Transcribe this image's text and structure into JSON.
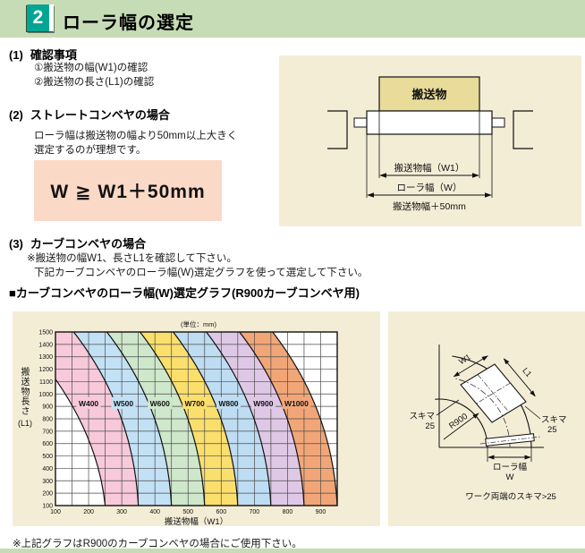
{
  "colors": {
    "header_green": "#c6dcb6",
    "badge_teal": "#00a693",
    "panel_cream": "#f4edd6",
    "formula_pink": "#fad9c6",
    "work_yellow": "#e9dc9b",
    "grid": "#4a4a4a",
    "label_navy": "#1c2450"
  },
  "header": {
    "number": "2",
    "title": "ローラ幅の選定"
  },
  "section1": {
    "num": "(1)",
    "heading": "確認事項",
    "items": [
      "①搬送物の幅(W1)の確認",
      "②搬送物の長さ(L1)の確認"
    ]
  },
  "section2": {
    "num": "(2)",
    "heading": "ストレートコンベヤの場合",
    "body": [
      "ローラ幅は搬送物の幅より50mm以上大きく",
      "選定するのが理想です。"
    ],
    "formula": "W ≧ W1＋50mm"
  },
  "straight_diagram": {
    "work": "搬送物",
    "dim_w1": "搬送物幅（W1）",
    "dim_w": "ローラ幅（W）",
    "dim_plus50": "搬送物幅＋50mm"
  },
  "section3": {
    "num": "(3)",
    "heading": "カーブコンベヤの場合",
    "notes": [
      "※搬送物の幅W1、長さL1を確認して下さい。",
      "下記カーブコンベヤのローラ幅(W)選定グラフを使って選定して下さい。"
    ]
  },
  "graph_heading": "■カーブコンベヤのローラ幅(W)選定グラフ(R900カーブコンベヤ用)",
  "chart_data": {
    "type": "area",
    "title": "カーブコンベヤのローラ幅(W)選定グラフ(R900カーブコンベヤ用)",
    "unit_note": "(単位：mm)",
    "xlabel": "搬送物幅（W1）",
    "ylabel": "搬送物長さ(L1)",
    "ylabel_vertical": "搬送物長さ",
    "ylabel_sub": "(L1)",
    "xlim": [
      100,
      950
    ],
    "ylim": [
      100,
      1500
    ],
    "x_ticks": [
      100,
      200,
      300,
      400,
      500,
      600,
      700,
      800,
      900
    ],
    "y_ticks": [
      1500,
      1400,
      1300,
      1200,
      1100,
      1000,
      900,
      800,
      700,
      600,
      500,
      400,
      300,
      200,
      100
    ],
    "x_grid_step": 50,
    "y_grid_step": 100,
    "grid": true,
    "legend_position": "labels inside bands",
    "bands": [
      {
        "label": "W400",
        "color": "#f7c9da",
        "label_x": 200,
        "x_at_bottom": [
          250,
          350
        ],
        "x_at_top": [
          100,
          155
        ]
      },
      {
        "label": "W500",
        "color": "#c3e1f5",
        "label_x": 305,
        "x_at_bottom": [
          350,
          450
        ],
        "x_at_top": [
          155,
          255
        ]
      },
      {
        "label": "W600",
        "color": "#cfe7cb",
        "label_x": 415,
        "x_at_bottom": [
          450,
          550
        ],
        "x_at_top": [
          255,
          355
        ]
      },
      {
        "label": "W700",
        "color": "#fbdf6d",
        "label_x": 520,
        "x_at_bottom": [
          550,
          650
        ],
        "x_at_top": [
          355,
          455
        ]
      },
      {
        "label": "W800",
        "color": "#bedcf2",
        "label_x": 622,
        "x_at_bottom": [
          650,
          750
        ],
        "x_at_top": [
          455,
          555
        ]
      },
      {
        "label": "W900",
        "color": "#dfc8e6",
        "label_x": 727,
        "x_at_bottom": [
          750,
          850
        ],
        "x_at_top": [
          555,
          655
        ]
      },
      {
        "label": "W1000",
        "color": "#f2a678",
        "label_x": 827,
        "x_at_bottom": [
          850,
          950
        ],
        "x_at_top": [
          655,
          755
        ]
      }
    ],
    "curves": [
      {
        "top": [
          100,
          1120
        ],
        "ctrl": [
          230,
          620
        ],
        "bottom": [
          250,
          100
        ]
      },
      {
        "top": [
          155,
          1500
        ],
        "ctrl": [
          335,
          880
        ],
        "bottom": [
          350,
          100
        ]
      },
      {
        "top": [
          255,
          1500
        ],
        "ctrl": [
          435,
          880
        ],
        "bottom": [
          450,
          100
        ]
      },
      {
        "top": [
          355,
          1500
        ],
        "ctrl": [
          535,
          880
        ],
        "bottom": [
          550,
          100
        ]
      },
      {
        "top": [
          455,
          1500
        ],
        "ctrl": [
          635,
          880
        ],
        "bottom": [
          650,
          100
        ]
      },
      {
        "top": [
          555,
          1500
        ],
        "ctrl": [
          735,
          880
        ],
        "bottom": [
          750,
          100
        ]
      },
      {
        "top": [
          655,
          1500
        ],
        "ctrl": [
          835,
          880
        ],
        "bottom": [
          850,
          100
        ]
      },
      {
        "top": [
          755,
          1500
        ],
        "ctrl": [
          935,
          880
        ],
        "bottom": [
          950,
          100
        ]
      }
    ]
  },
  "curve_diagram": {
    "w1": "W1",
    "l1": "L1",
    "gap_left_1": "スキマ",
    "gap_left_2": "25",
    "gap_right_1": "スキマ",
    "gap_right_2": "25",
    "radius": "R900",
    "roller_width": "ローラ幅",
    "roller_w": "W",
    "caption": "ワーク両端のスキマ>25"
  },
  "footnote": "※上記グラフはR900のカーブコンベヤの場合にご使用下さい。"
}
